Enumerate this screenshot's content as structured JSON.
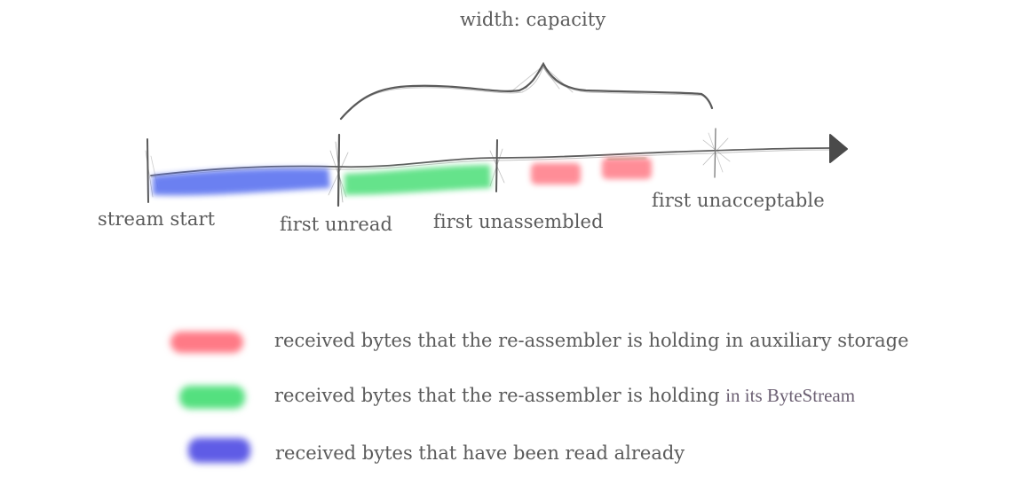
{
  "capacity_label": "width: capacity",
  "markers": {
    "stream_start": "stream start",
    "first_unread": "first unread",
    "first_unassembled": "first unassembled",
    "first_unacceptable": "first unacceptable"
  },
  "legend": {
    "red": "received bytes that the re-assembler is holding in auxiliary storage",
    "green_prefix": "received bytes that the re-assembler is holding ",
    "green_suffix": "in its ByteStream",
    "blue": "received bytes that have been read already"
  },
  "colors": {
    "read": "#5b73f0",
    "bytestream": "#54e07f",
    "auxiliary": "#ff7a86",
    "line": "#555555"
  }
}
